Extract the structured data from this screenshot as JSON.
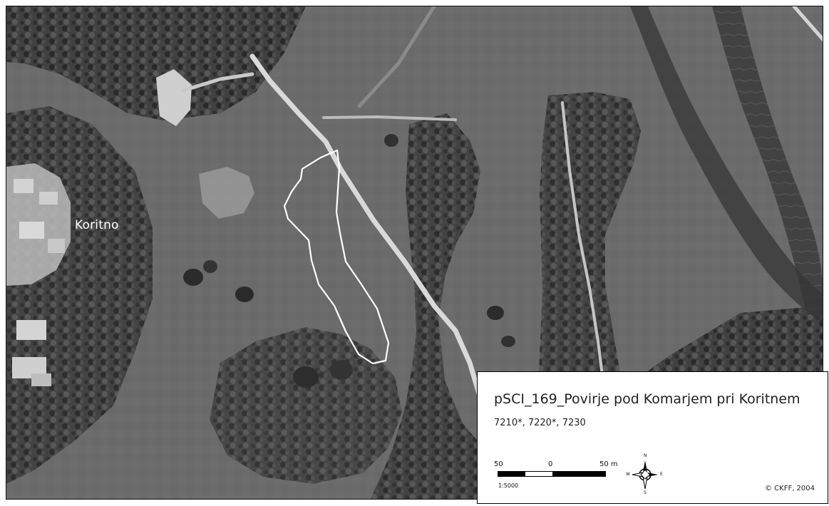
{
  "map": {
    "title": "pSCI_169_Povirje pod Komarjem pri Koritnem",
    "habitat_codes": "7210*, 7220*, 7230",
    "place_name": "Koritno",
    "scale": {
      "left_label": "50",
      "center_label": "0",
      "right_label": "50 m",
      "ratio_label": "1:5000"
    },
    "compass": {
      "north": "N",
      "south": "S",
      "east": "E",
      "west": "W"
    },
    "copyright": "© CKFF, 2004",
    "colors": {
      "frame": "#111111",
      "background": "#5c5c5c",
      "highlight_outline": "#ffffff",
      "legend_bg": "#ffffff",
      "text": "#222222"
    }
  }
}
